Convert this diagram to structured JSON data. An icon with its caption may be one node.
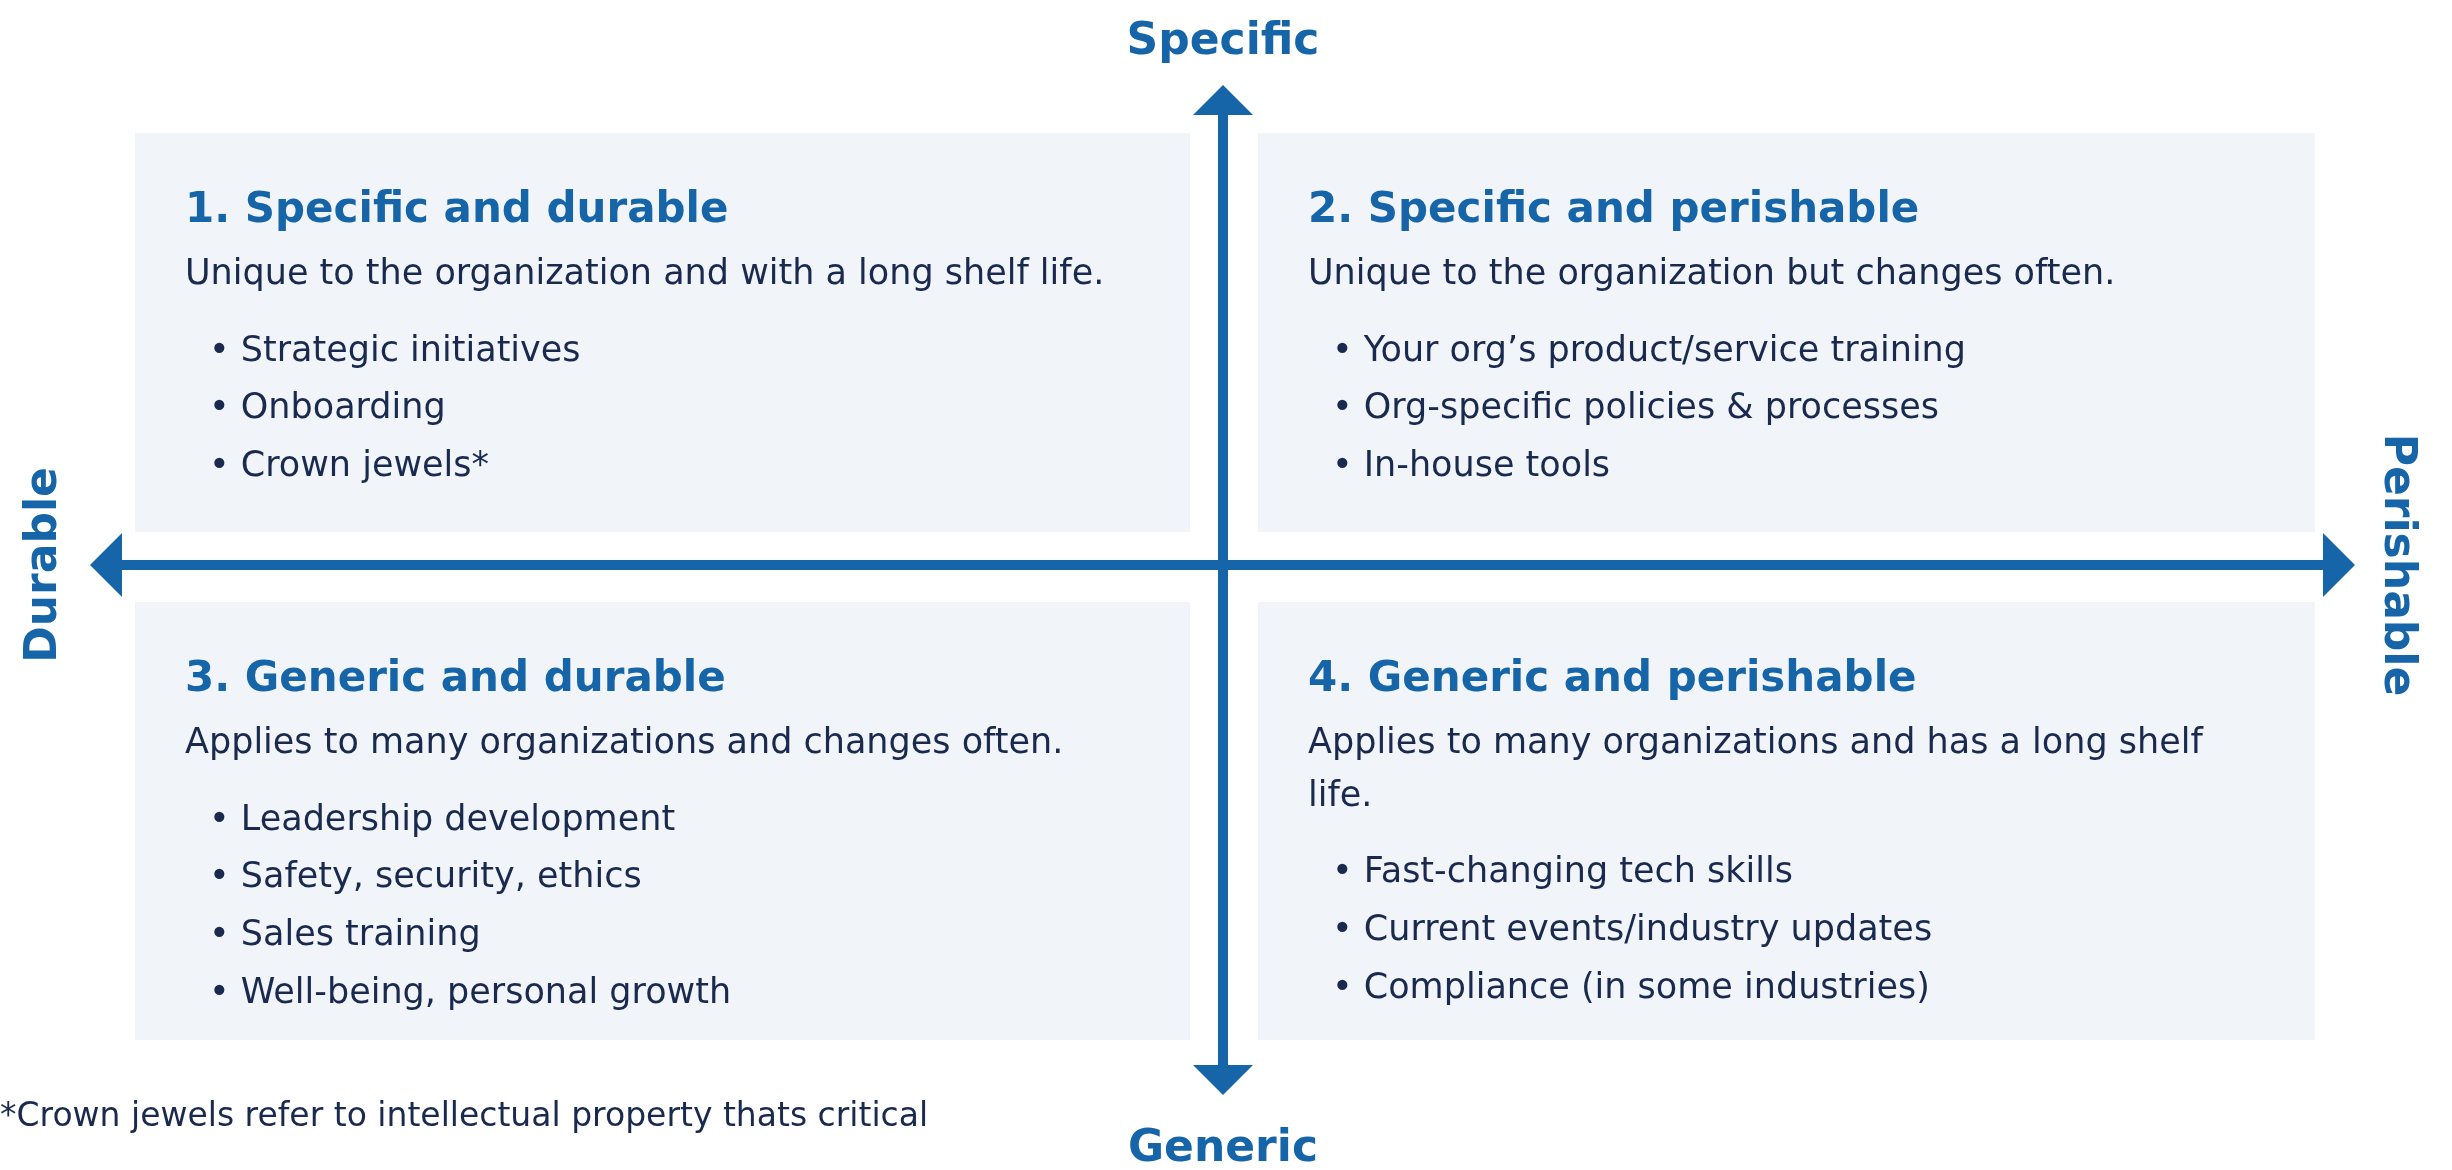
{
  "diagram": {
    "nodes": [
      {
        "text": [
          "1. Specific and durable",
          "Unique to the organization and with a long shelf life.",
          "• Strategic initiatives",
          "• Onboarding",
          "• Crown jewels*"
        ]
      },
      {
        "text": [
          "2. Specific and perishable",
          "Unique to the organization but changes often.",
          "• Your org’s product/service training",
          "• Org-specific policies & processes",
          "• In-house tools"
        ]
      },
      {
        "text": [
          "3. Generic and durable",
          "Applies to many organizations and changes often.",
          "• Leadership development",
          "• Safety, security, ethics",
          "• Sales training",
          "• Well-being, personal growth"
        ]
      },
      {
        "text": [
          "4. Generic and perishable",
          "Applies to many organizations and has a long shelf life.",
          "• Fast-changing tech skills",
          "• Current events/industry updates",
          "• Compliance (in some industries)"
        ]
      }
    ],
    "labels": [
      "Specific",
      "Durable",
      "Perishable",
      "Generic",
      "*Crown jewels refer to intellectual property thats critical"
    ]
  }
}
